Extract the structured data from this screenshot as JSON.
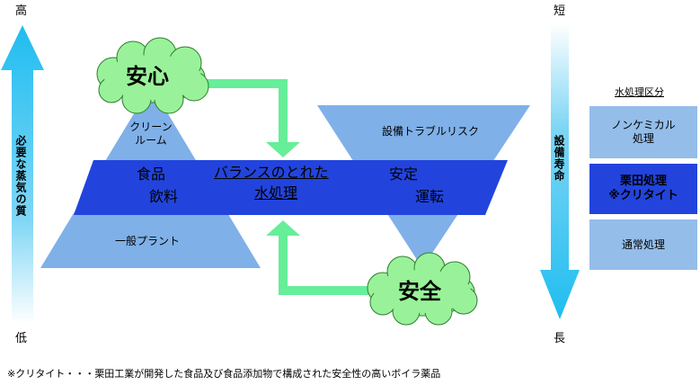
{
  "left_axis": {
    "top": "高",
    "bottom": "低",
    "label": "必要な蒸気の質"
  },
  "right_axis": {
    "top": "短",
    "bottom": "長",
    "label": "設備寿命"
  },
  "left_triangle": {
    "top": [
      "クリーン",
      "ルーム"
    ],
    "bottom": "一般プラント"
  },
  "band": {
    "left": [
      "食品",
      "飲料"
    ],
    "center": [
      "バランスのとれた",
      "水処理"
    ],
    "right": [
      "安定",
      "運転"
    ]
  },
  "right_triangle": {
    "label": "設備トラブルリスク"
  },
  "clouds": {
    "top": "安心",
    "bottom": "安全"
  },
  "legend": {
    "title": "水処理区分",
    "items": [
      {
        "lines": [
          "ノンケミカル",
          "処理"
        ]
      },
      {
        "lines": [
          "栗田処理",
          "※クリタイト"
        ]
      },
      {
        "lines": [
          "通常処理"
        ]
      }
    ]
  },
  "footnote": "※クリタイト・・・栗田工業が開発した食品及び食品添加物で構成された安全性の高いボイラ薬品",
  "colors": {
    "arrow": "#29bff0",
    "triangle": "#7fb0e8",
    "band": "#2244dd",
    "legend_light": "#94bdea",
    "cloud": "#99f299",
    "connector": "#66ee99"
  }
}
